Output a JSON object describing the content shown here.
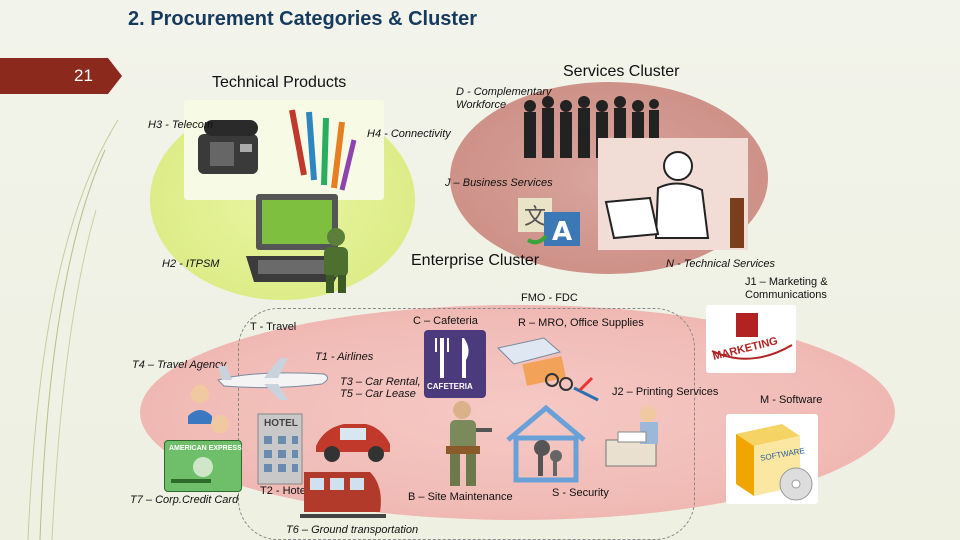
{
  "header": {
    "title": "2. Procurement Categories & Cluster",
    "slide_number": "21"
  },
  "clusters": {
    "technical_products": "Technical Products",
    "services": "Services Cluster",
    "enterprise": "Enterprise Cluster"
  },
  "categories": {
    "h3": "H3 - Telecom",
    "h4": "H4 - Connectivity",
    "h2": "H2 - ITPSM",
    "d_line1": "D - Complementary",
    "d_line2": "Workforce",
    "j": "J – Business Services",
    "n": "N - Technical Services",
    "j1_line1": "J1 – Marketing &",
    "j1_line2": "Communications",
    "m": "M - Software",
    "fmo": "FMO - FDC",
    "c": "C – Cafeteria",
    "r": "R – MRO, Office Supplies",
    "j2": "J2 – Printing Services",
    "b": "B – Site Maintenance",
    "s": "S - Security",
    "t": "T - Travel",
    "t1": "T1 - Airlines",
    "t4": "T4 – Travel Agency",
    "t3_line1": "T3 – Car Rental,",
    "t3_line2": "T5 – Car Lease",
    "t2": "T2 - Hotel",
    "t7": "T7 – Corp.Credit Card",
    "t6": "T6 – Ground transportation"
  },
  "image_text": {
    "cafeteria": "CAFETERIA",
    "marketing": "MARKETING",
    "software": "SOFTWARE",
    "hotel": "HOTEL",
    "amex": "AMERICAN EXPRESS"
  }
}
